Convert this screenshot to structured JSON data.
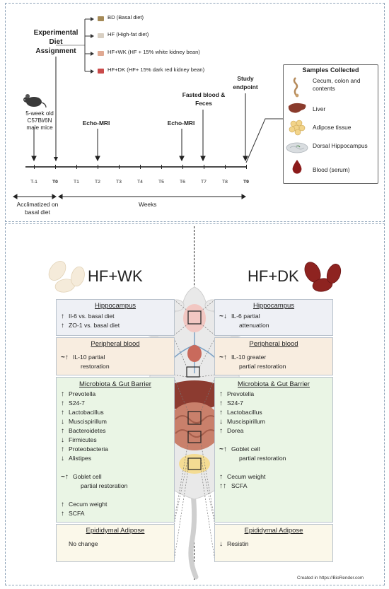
{
  "top": {
    "assignment_title": "Experimental Diet Assignment",
    "diets": [
      {
        "label": "BD (Basal diet)",
        "color": "#a58a57"
      },
      {
        "label": "HF (High-fat diet)",
        "color": "#d8cfc2"
      },
      {
        "label": "HF+WK (HF + 15% white kidney bean)",
        "color": "#e0a992"
      },
      {
        "label": "HF+DK (HF+ 15% dark red kidney bean)",
        "color": "#c94a4a"
      }
    ],
    "mice_label": "5-week old C57Bl/6N male mice",
    "events": {
      "echo1": "Echo-MRI",
      "echo2": "Echo-MRI",
      "fasted": "Fasted blood & Feces",
      "endpoint": "Study endpoint"
    },
    "timepoints": [
      "T-1",
      "T0",
      "T1",
      "T2",
      "T3",
      "T4",
      "T5",
      "T6",
      "T7",
      "T8",
      "T9"
    ],
    "acclimatized": "Acclimatized on basal diet",
    "weeks": "Weeks",
    "samples_title": "Samples Collected",
    "samples": [
      {
        "label": "Cecum, colon and contents",
        "icon": "cecum-icon"
      },
      {
        "label": "Liver",
        "icon": "liver-icon"
      },
      {
        "label": "Adipose tissue",
        "icon": "adipose-icon"
      },
      {
        "label": "Dorsal Hippocampus",
        "icon": "brain-icon"
      },
      {
        "label": "Blood (serum)",
        "icon": "blood-drop-icon"
      }
    ]
  },
  "bottom": {
    "left_title": "HF+WK",
    "right_title": "HF+DK",
    "left": {
      "hippocampus": {
        "title": "Hippocampus",
        "lines": [
          [
            "↑",
            "Il-6 vs. basal diet"
          ],
          [
            "↑",
            "ZO-1 vs. basal diet"
          ]
        ]
      },
      "blood": {
        "title": "Peripheral blood",
        "lines": [
          [
            "~↑",
            "IL-10 partial"
          ],
          [
            "",
            "restoration"
          ]
        ]
      },
      "microbiota": {
        "title": "Microbiota & Gut Barrier",
        "lines": [
          [
            "↑",
            "Prevotella"
          ],
          [
            "↑",
            "S24-7"
          ],
          [
            "↑",
            "Lactobacillus"
          ],
          [
            "↓",
            "Muscispirillum"
          ],
          [
            "↑",
            "Bacteroidetes"
          ],
          [
            "↓",
            "Firmicutes"
          ],
          [
            "↑",
            "Proteobacteria"
          ],
          [
            "↓",
            "Alistipes"
          ],
          [
            "",
            ""
          ],
          [
            "~↑",
            "Goblet cell"
          ],
          [
            "",
            "partial restoration"
          ],
          [
            "",
            ""
          ],
          [
            "↑",
            "Cecum weight"
          ],
          [
            "↑",
            "SCFA"
          ]
        ]
      },
      "adipose": {
        "title": "Epididymal Adipose",
        "lines": [
          [
            "",
            "No change"
          ]
        ]
      }
    },
    "right": {
      "hippocampus": {
        "title": "Hippocampus",
        "lines": [
          [
            "~↓",
            "IL-6 partial"
          ],
          [
            "",
            "attenuation"
          ]
        ]
      },
      "blood": {
        "title": "Peripheral blood",
        "lines": [
          [
            "~↑",
            "IL-10 greater"
          ],
          [
            "",
            "partial restoration"
          ]
        ]
      },
      "microbiota": {
        "title": "Microbiota & Gut Barrier",
        "lines": [
          [
            "↑",
            "Prevotella"
          ],
          [
            "↑",
            "S24-7"
          ],
          [
            "↑",
            "Lactobacillus"
          ],
          [
            "↓",
            "Muscispirillum"
          ],
          [
            "↑",
            "Dorea"
          ],
          [
            "",
            ""
          ],
          [
            "~↑",
            "Goblet cell"
          ],
          [
            "",
            "partial restoration"
          ],
          [
            "",
            ""
          ],
          [
            "↑",
            "Cecum weight"
          ],
          [
            "↑↑",
            "SCFA"
          ]
        ]
      },
      "adipose": {
        "title": "Epididymal Adipose",
        "lines": [
          [
            "↓",
            "Resistin"
          ]
        ]
      }
    },
    "credit": "Created in  https://BioRender.com"
  },
  "colors": {
    "hippo_bg": "#eef0f5",
    "blood_bg": "#f8ede0",
    "micro_bg": "#eaf5e5",
    "adipose_bg": "#fbf8ea",
    "white_bean": "#f5ebda",
    "dark_bean": "#8e2320"
  }
}
